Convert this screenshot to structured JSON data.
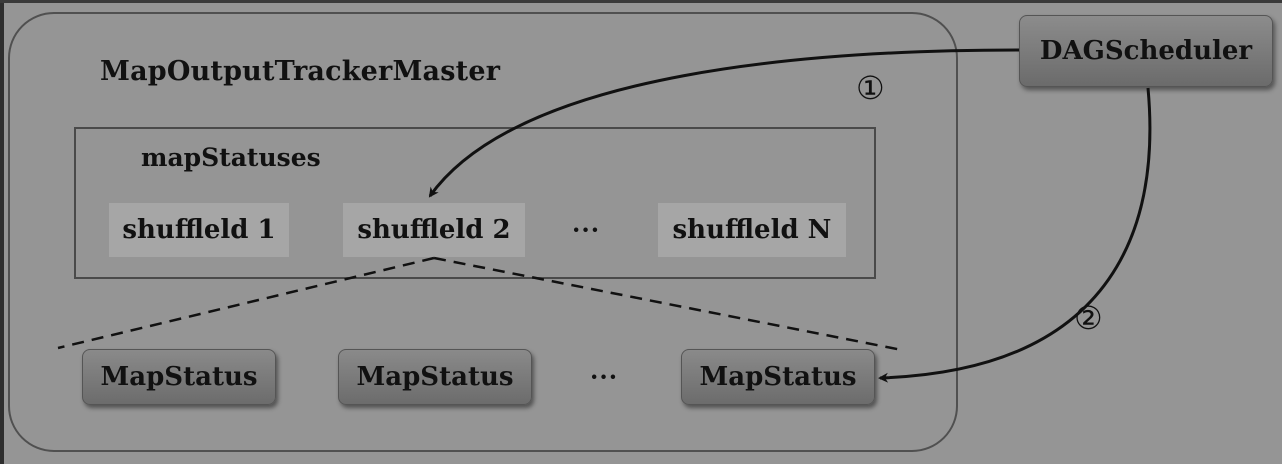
{
  "tracker": {
    "title": "MapOutputTrackerMaster"
  },
  "map_statuses": {
    "title": "mapStatuses",
    "shuffle_ids": [
      "shuffleld 1",
      "shuffleld 2",
      "shuffleld N"
    ],
    "ellipsis": "···"
  },
  "map_status_row": {
    "items": [
      "MapStatus",
      "MapStatus",
      "MapStatus"
    ],
    "ellipsis": "···"
  },
  "scheduler": {
    "label": "DAGScheduler"
  },
  "steps": {
    "step1": "①",
    "step2": "②"
  },
  "colors": {
    "background": "#959595",
    "node_fill": "#7a7a7a",
    "shuffle_fill": "#a6a6a6",
    "line": "#111111"
  }
}
